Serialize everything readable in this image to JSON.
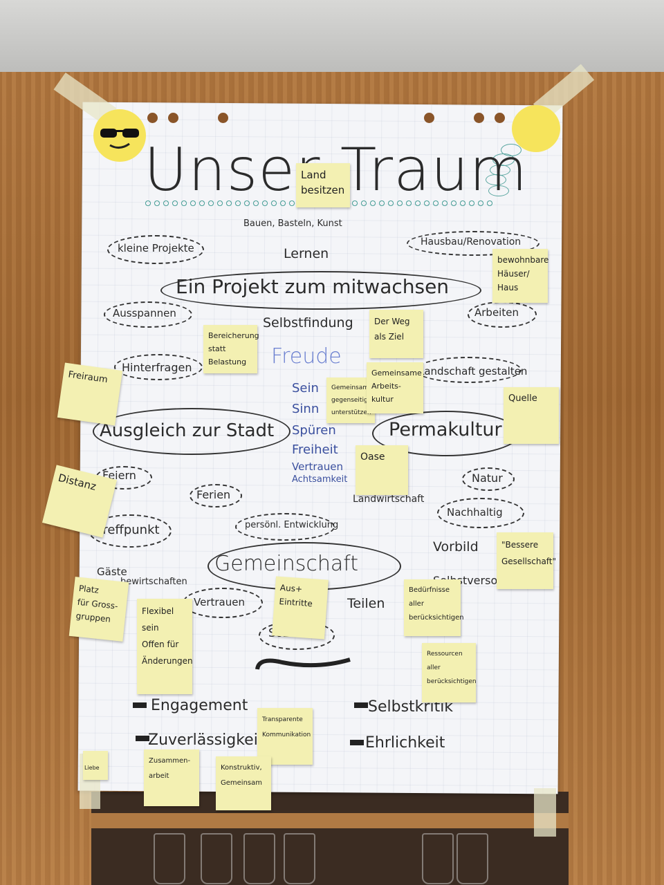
{
  "title": "Unser Traum",
  "subtitle": "Bauen, Basteln, Kunst",
  "center": "Ein Projekt zum mitwachsen",
  "words": {
    "kleine_projekte": "kleine Projekte",
    "lernen": "Lernen",
    "hausbau": "Hausbau/Renovation",
    "ausspannen": "Ausspannen",
    "selbstfindung": "Selbstfindung",
    "arbeiten": "Arbeiten",
    "hinterfragen": "Hinterfragen",
    "freude": "Freude",
    "landschaft": "Landschaft gestalten",
    "sein": "Sein",
    "sinn": "Sinn",
    "spueren": "Spüren",
    "freiheit": "Freiheit",
    "vertrauen_blue": "Vertrauen",
    "achtsamkeit": "Achtsamkeit",
    "ausgleich": "Ausgleich zur Stadt",
    "permakultur": "Permakultur",
    "feiern": "Feiern",
    "ferien": "Ferien",
    "natur": "Natur",
    "landwirtschaft": "Landwirtschaft",
    "nachhaltig": "Nachhaltig",
    "treffpunkt": "Treffpunkt",
    "entwicklung": "persönl. Entwicklung",
    "vorbild": "Vorbild",
    "gemeinschaft": "Gemeinschaft",
    "gaeste": "Gäste",
    "bewirtschaften": "bewirtschaften",
    "selbstversorgung": "Selbstversorgung",
    "vertrauen": "Vertrauen",
    "teilen": "Teilen",
    "sozial": "Sozial",
    "engagement": "Engagement",
    "selbstkritik": "Selbstkritik",
    "zuverlaessigkeit": "Zuverlässigkeit",
    "ehrlichkeit": "Ehrlichkeit"
  },
  "stickies": {
    "land": "Land\nbesitzen",
    "bewohnbare": "bewohnbare\nHäuser/\nHaus",
    "bereicherung": "Bereicherung\nstatt\nBelastung",
    "weg": "Der Weg\nals Ziel",
    "freiraum": "Freiraum",
    "gemeinsam": "Gemeinsam\ngegenseitig\nunterstützen",
    "arbeitskultur": "Gemeinsame\nArbeits-\nkultur",
    "quelle": "Quelle",
    "oase": "Oase",
    "distanz": "Distanz",
    "bessere": "\"Bessere\nGesellschaft\"",
    "platz": "Platz\nfür Gross-\ngruppen",
    "flexibel": "Flexibel\nsein\nOffen für\nÄnderungen",
    "austritte": "Aus+\nEintritte",
    "beduerfnisse": "Bedürfnisse\naller\nberücksichtigen",
    "ressourcen": "Ressourcen\naller\nberücksichtigen",
    "transparente": "Transparente\nKommunikation",
    "zusammenarbeit": "Zusammen-\narbeit",
    "konstruktiv": "Konstruktiv,\nGemeinsam",
    "liebe": "Liebe"
  }
}
